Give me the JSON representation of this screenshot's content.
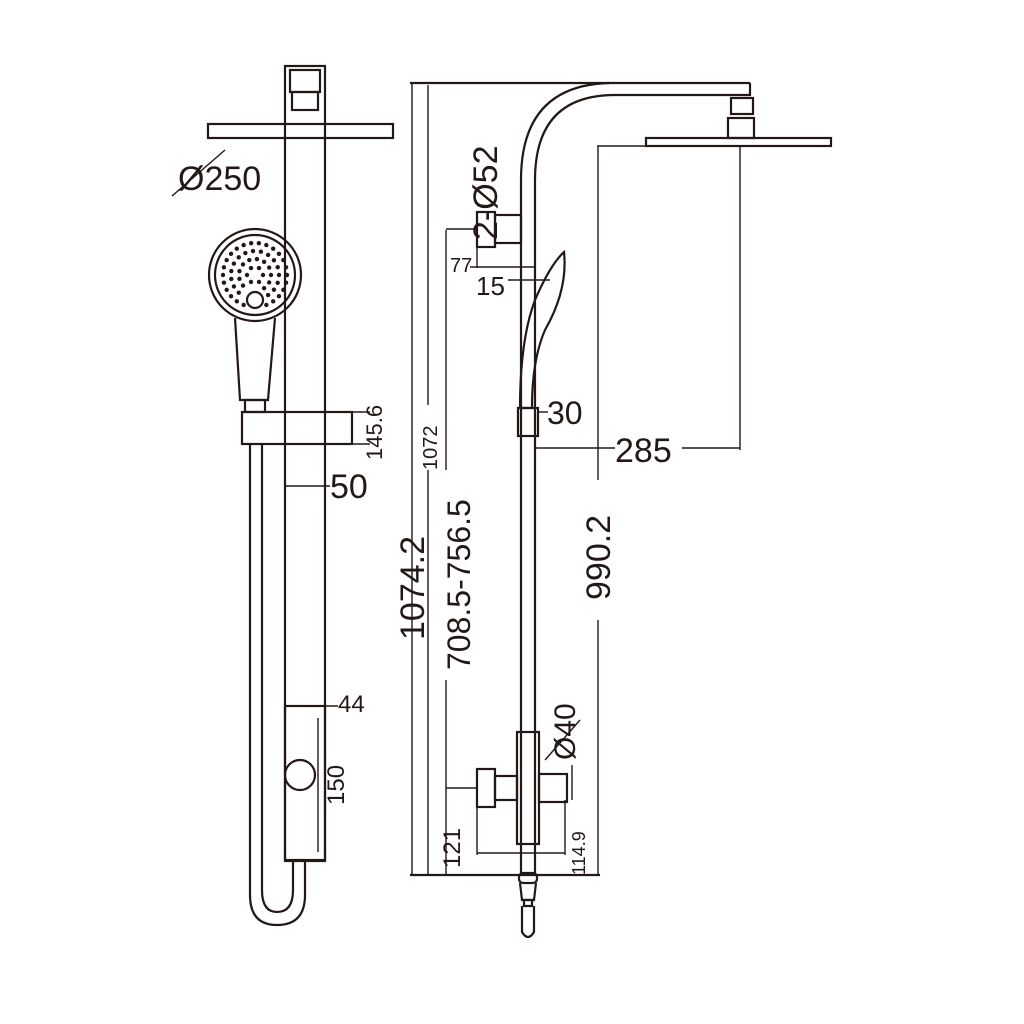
{
  "colors": {
    "line": "#231815",
    "background": "#ffffff"
  },
  "front_view": {
    "dimensions": {
      "head_diameter": "Ø250",
      "holder_height": "145.6",
      "rail_width": "50",
      "mixer_width": "44",
      "mixer_height": "150"
    }
  },
  "side_view": {
    "dimensions": {
      "overall_height": "1074.2",
      "rail_height": "1072",
      "adjust_range": "708.5-756.5",
      "bottom_offset": "121",
      "bracket_diameter": "2-Ø52",
      "bracket_offset": "77",
      "bracket_gap": "15",
      "holder_size": "30",
      "arm_reach": "285",
      "head_height": "990.2",
      "mixer_diameter": "Ø40",
      "mixer_depth": "114.9"
    }
  }
}
